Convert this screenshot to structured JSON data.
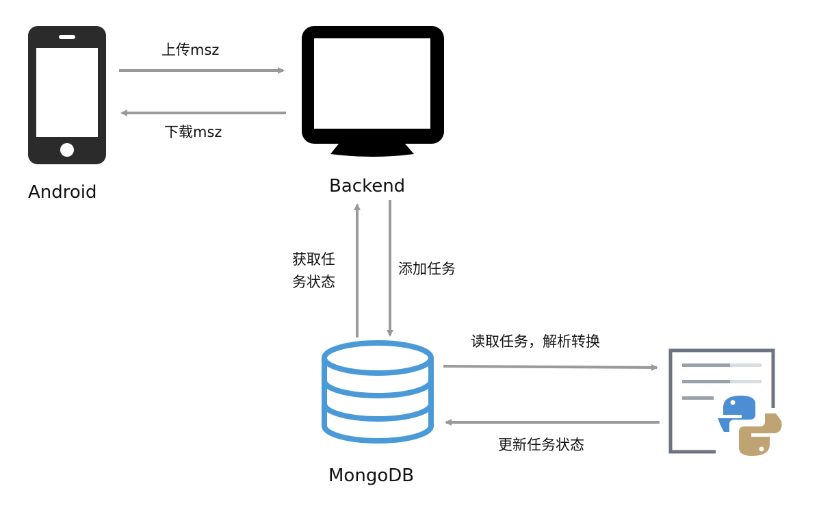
{
  "nodes": {
    "android": {
      "label": "Android",
      "icon": "smartphone-icon"
    },
    "backend": {
      "label": "Backend",
      "icon": "monitor-icon"
    },
    "mongodb": {
      "label": "MongoDB",
      "icon": "database-icon",
      "color": "#4a9ad8"
    },
    "worker": {
      "icon": "python-script-icon"
    }
  },
  "edges": {
    "upload": {
      "label": "上传msz"
    },
    "download": {
      "label": "下载msz"
    },
    "get_status": {
      "line1": "获取任",
      "line2": "务状态"
    },
    "add_task": {
      "label": "添加任务"
    },
    "read_task": {
      "label": "读取任务，解析转换"
    },
    "update_status": {
      "label": "更新任务状态"
    }
  },
  "colors": {
    "arrow": "#9a9a9a",
    "device": "#2b2b2b",
    "monitor": "#000000",
    "database": "#4a9ad8",
    "doc_frame": "#6b7480",
    "python_blue": "#4b8ed3",
    "python_tan": "#c0a373"
  }
}
